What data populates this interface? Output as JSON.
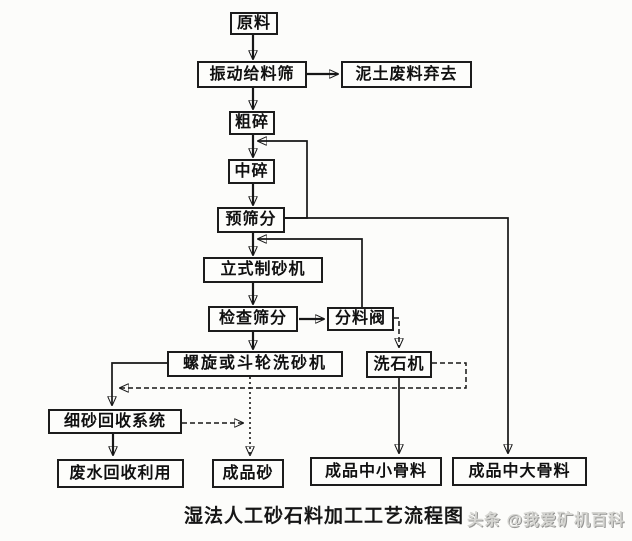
{
  "page": {
    "caption": "湿法人工砂石料加工工艺流程图",
    "watermark": "头条 @我爱矿机百科",
    "background": "#fcfcfa"
  },
  "colors": {
    "line": "#161616",
    "box_border": "#1c1c1c",
    "box_bg": "#fdfdfb",
    "text": "#101010",
    "watermark": "#d6d6d2"
  },
  "nodes": {
    "raw_material": {
      "label": "原料"
    },
    "vibrating_feeder": {
      "label": "振动给料筛"
    },
    "waste_discard": {
      "label": "泥土废料弃去"
    },
    "coarse_crush": {
      "label": "粗碎"
    },
    "medium_crush": {
      "label": "中碎"
    },
    "pre_screen": {
      "label": "预筛分"
    },
    "sand_maker": {
      "label": "立式制砂机"
    },
    "check_screen": {
      "label": "检查筛分"
    },
    "splitter_valve": {
      "label": "分料阀"
    },
    "sand_washer": {
      "label": "螺旋或斗轮洗砂机"
    },
    "stone_washer": {
      "label": "洗石机"
    },
    "fine_sand_recovery": {
      "label": "细砂回收系统"
    },
    "wastewater_reuse": {
      "label": "废水回收利用"
    },
    "finished_sand": {
      "label": "成品砂"
    },
    "agg_small_medium": {
      "label": "成品中小骨料"
    },
    "agg_medium_large": {
      "label": "成品中大骨料"
    }
  },
  "edges": [
    {
      "from": "原料",
      "to": "振动给料筛",
      "style": "solid"
    },
    {
      "from": "振动给料筛",
      "to": "泥土废料弃去",
      "style": "solid"
    },
    {
      "from": "振动给料筛",
      "to": "粗碎",
      "style": "solid"
    },
    {
      "from": "粗碎",
      "to": "中碎",
      "style": "solid"
    },
    {
      "from": "中碎",
      "to": "预筛分",
      "style": "solid"
    },
    {
      "from": "预筛分",
      "to": "中碎",
      "style": "solid-feedback"
    },
    {
      "from": "预筛分",
      "to": "立式制砂机",
      "style": "solid"
    },
    {
      "from": "预筛分",
      "to": "成品中大骨料",
      "style": "solid"
    },
    {
      "from": "立式制砂机",
      "to": "检查筛分",
      "style": "solid"
    },
    {
      "from": "检查筛分",
      "to": "分料阀",
      "style": "solid"
    },
    {
      "from": "分料阀",
      "to": "立式制砂机",
      "style": "solid-feedback"
    },
    {
      "from": "检查筛分",
      "to": "螺旋或斗轮洗砂机",
      "style": "solid"
    },
    {
      "from": "分料阀",
      "to": "洗石机",
      "style": "dashed"
    },
    {
      "from": "螺旋或斗轮洗砂机",
      "to": "成品砂",
      "style": "dotted"
    },
    {
      "from": "螺旋或斗轮洗砂机",
      "to": "细砂回收系统",
      "style": "solid"
    },
    {
      "from": "洗石机",
      "to": "细砂回收系统",
      "style": "dashed"
    },
    {
      "from": "洗石机",
      "to": "成品中小骨料",
      "style": "solid"
    },
    {
      "from": "细砂回收系统",
      "to": "成品砂",
      "style": "dashed"
    },
    {
      "from": "细砂回收系统",
      "to": "废水回收利用",
      "style": "solid"
    }
  ]
}
